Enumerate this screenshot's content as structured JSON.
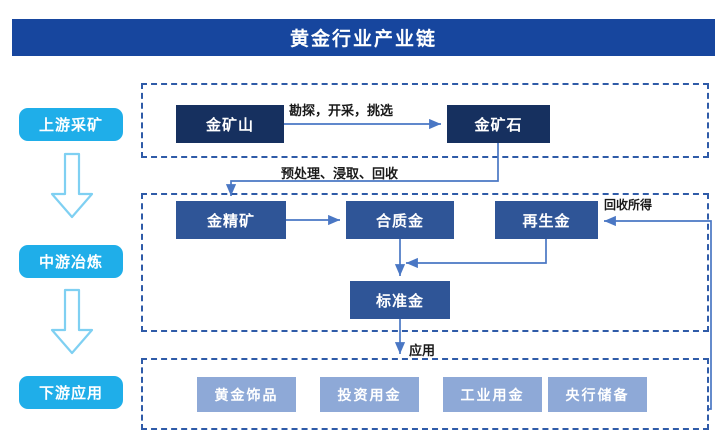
{
  "header": {
    "title": "黄金行业产业链",
    "bar_color": "#17469E",
    "text_color": "#FFFFFF"
  },
  "theme": {
    "stage_pill_color": "#1FAEE9",
    "frame_border_color": "#2F5BA8",
    "node_navy": "#16305F",
    "node_blue": "#2F5597",
    "node_soft": "#8EA9D7",
    "wire_color": "#4A77C4",
    "hollow_arrow_stroke": "#7FD0F2"
  },
  "stages": [
    {
      "key": "upstream",
      "label": "上游采矿"
    },
    {
      "key": "midstream",
      "label": "中游冶炼"
    },
    {
      "key": "downstream",
      "label": "下游应用"
    }
  ],
  "stage_arrows": [
    {
      "key": "arrow-up-to-mid",
      "direction": "down"
    },
    {
      "key": "arrow-mid-to-down",
      "direction": "down"
    }
  ],
  "nodes": {
    "gold_mine": "金矿山",
    "gold_ore": "金矿石",
    "gold_concentrate": "金精矿",
    "dore_gold": "合质金",
    "recycled_gold": "再生金",
    "standard_gold": "标准金"
  },
  "applications": [
    {
      "key": "jewelry",
      "label": "黄金饰品"
    },
    {
      "key": "investment",
      "label": "投资用金"
    },
    {
      "key": "industrial",
      "label": "工业用金"
    },
    {
      "key": "central_bank",
      "label": "央行储备"
    }
  ],
  "edge_labels": {
    "exploration": "勘探，开采，挑选",
    "pretreatment": "预处理、浸取、回收",
    "recovery": "回收所得",
    "application": "应用"
  },
  "chart_data": {
    "type": "diagram",
    "title": "黄金行业产业链",
    "flows": [
      {
        "from": "金矿山",
        "to": "金矿石",
        "label": "勘探，开采，挑选"
      },
      {
        "from": "金矿石",
        "to": "金精矿",
        "label": "预处理、浸取、回收"
      },
      {
        "from": "金精矿",
        "to": "合质金",
        "label": ""
      },
      {
        "from": "合质金",
        "to": "标准金",
        "label": ""
      },
      {
        "from": "再生金",
        "to": "标准金",
        "label": ""
      },
      {
        "from": "标准金",
        "to": "下游应用",
        "label": "应用"
      },
      {
        "from": "下游应用",
        "to": "再生金",
        "label": "回收所得"
      }
    ],
    "groups": [
      {
        "stage": "上游采矿",
        "members": [
          "金矿山",
          "金矿石"
        ]
      },
      {
        "stage": "中游冶炼",
        "members": [
          "金精矿",
          "合质金",
          "再生金",
          "标准金"
        ]
      },
      {
        "stage": "下游应用",
        "members": [
          "黄金饰品",
          "投资用金",
          "工业用金",
          "央行储备"
        ]
      }
    ]
  }
}
